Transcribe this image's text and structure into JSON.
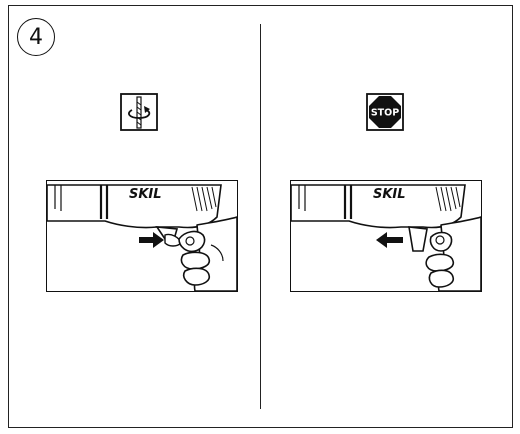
{
  "figure": {
    "step_number": "4",
    "left": {
      "symbol_icon": "rotation-arrow-on-drill-bit-icon",
      "brand": "SKIL",
      "arrow_direction": "press"
    },
    "right": {
      "symbol_label": "STOP",
      "symbol_icon": "stop-octagon-icon",
      "brand": "SKIL",
      "arrow_direction": "release"
    },
    "colors": {
      "ink": "#111111",
      "paper": "#ffffff"
    }
  }
}
